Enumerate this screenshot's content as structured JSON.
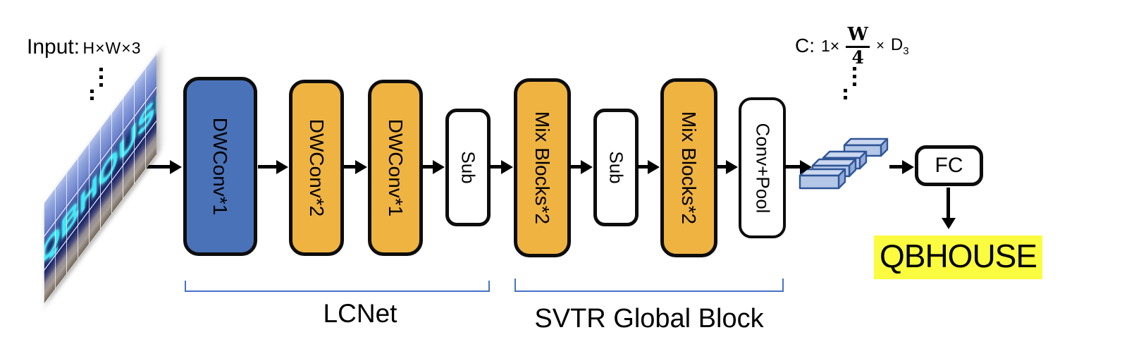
{
  "input": {
    "label": "Input:",
    "dims": "H×W×3",
    "image_text": "QBHOUSE"
  },
  "blocks": [
    {
      "label": "DWConv*1",
      "style": "blue"
    },
    {
      "label": "DWConv*2",
      "style": "orange"
    },
    {
      "label": "DWConv*1",
      "style": "orange"
    },
    {
      "label": "Sub",
      "style": "white"
    },
    {
      "label": "Mix Blocks*2",
      "style": "orange"
    },
    {
      "label": "Sub",
      "style": "white"
    },
    {
      "label": "Mix Blocks*2",
      "style": "orange"
    },
    {
      "label": "Conv+Pool",
      "style": "white"
    }
  ],
  "head": {
    "fc_label": "FC",
    "output_text": "QBHOUSE"
  },
  "feature_dims": {
    "prefix": "C:",
    "one_times": "1×",
    "numerator": "W",
    "denominator": "4",
    "times": "×",
    "d": "D",
    "d_subscript": "3"
  },
  "groups": [
    {
      "label": "LCNet"
    },
    {
      "label": "SVTR Global Block"
    }
  ],
  "colors": {
    "block_blue": "#4a72b8",
    "block_orange": "#efb342",
    "block_border": "#0d0d0d",
    "brace_blue": "#4472c4",
    "output_highlight": "#fbfb3f",
    "sign_text_cyan": "#41e9fa",
    "feature_cuboid_front": "#b4c7e7",
    "feature_cuboid_top": "#ccd8f0",
    "feature_cuboid_side": "#93abd9",
    "feature_cuboid_stroke": "#2f5597"
  }
}
